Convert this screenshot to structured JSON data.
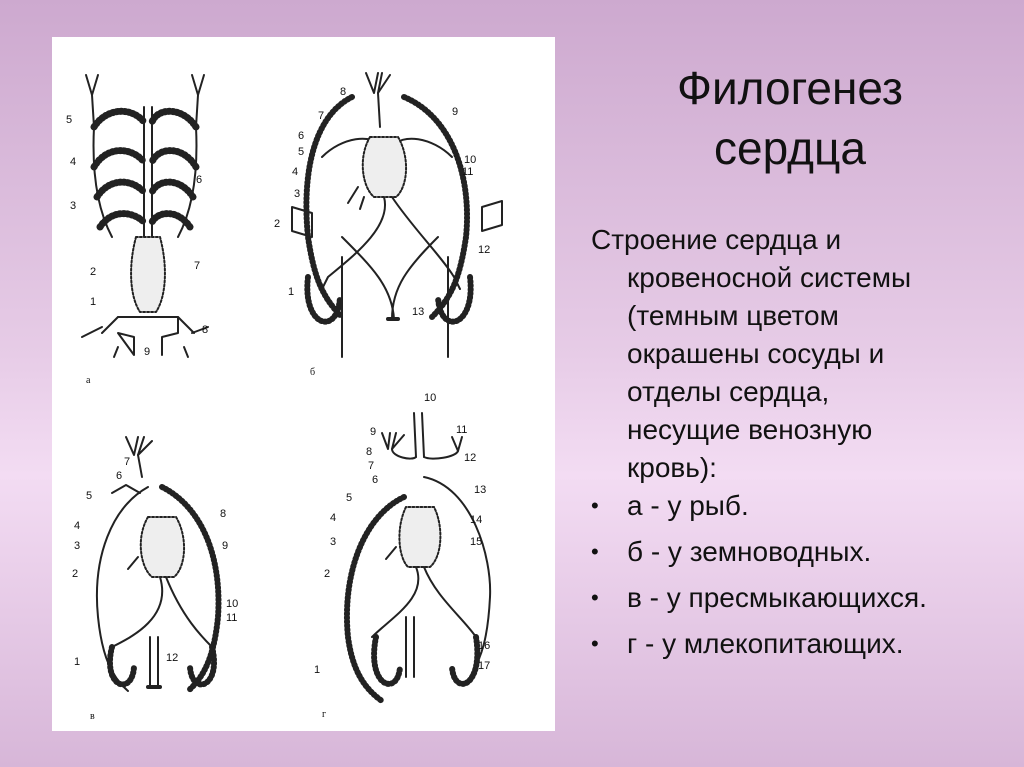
{
  "slide": {
    "title_line1": "Филогенез",
    "title_line2": "сердца",
    "intro": [
      "Строение сердца и",
      "кровеносной системы",
      "(темным цветом",
      "окрашены сосуды и",
      "отделы сердца,",
      "несущие венозную",
      "кровь):"
    ],
    "bullets": [
      "а - у рыб.",
      "б - у земноводных.",
      "в - у пресмыкающихся.",
      "г  - у млекопитающих."
    ]
  },
  "diagrams": {
    "a": {
      "caption": "а",
      "labels": [
        "5",
        "4",
        "3",
        "2",
        "1",
        "6",
        "7",
        "8",
        "9"
      ]
    },
    "b": {
      "caption": "б",
      "labels": [
        "8",
        "7",
        "6",
        "5",
        "4",
        "3",
        "2",
        "1",
        "9",
        "10",
        "11",
        "12",
        "13"
      ]
    },
    "v": {
      "caption": "в",
      "labels": [
        "7",
        "6",
        "5",
        "4",
        "3",
        "2",
        "1",
        "8",
        "9",
        "10",
        "11",
        "12"
      ]
    },
    "g": {
      "caption": "г",
      "labels": [
        "9",
        "8",
        "7",
        "6",
        "5",
        "4",
        "3",
        "2",
        "1",
        "10",
        "11",
        "12",
        "13",
        "14",
        "15",
        "16",
        "17"
      ]
    }
  },
  "colors": {
    "background": "#d9b8da",
    "panel": "#ffffff",
    "ink": "#111111"
  }
}
